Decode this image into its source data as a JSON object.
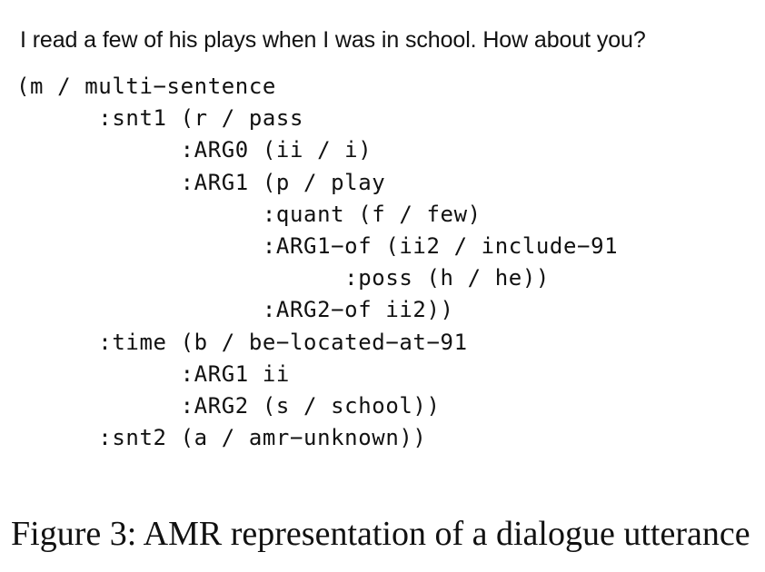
{
  "sentence": "I read a few of his plays when I was in school. How about you?",
  "amr_lines": [
    "(m / multi−sentence",
    "      :snt1 (r / pass",
    "            :ARG0 (ii / i)",
    "            :ARG1 (p / play",
    "                  :quant (f / few)",
    "                  :ARG1−of (ii2 / include−91",
    "                        :poss (h / he))",
    "                  :ARG2−of ii2))",
    "      :time (b / be−located−at−91",
    "            :ARG1 ii",
    "            :ARG2 (s / school))",
    "      :snt2 (a / amr−unknown))"
  ],
  "caption": "Figure 3: AMR representation of a dialogue utterance"
}
